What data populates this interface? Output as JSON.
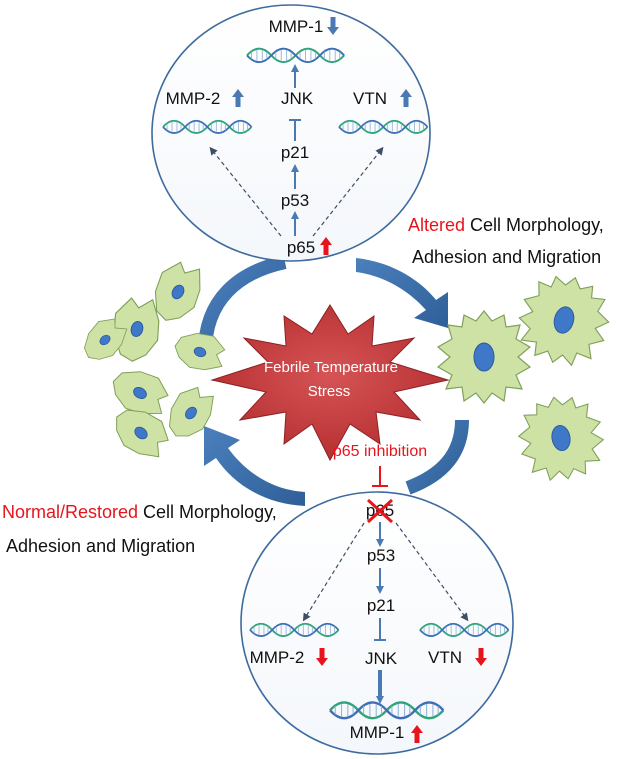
{
  "top_pathway": {
    "mmp1": "MMP-1",
    "mmp2": "MMP-2",
    "jnk": "JNK",
    "vtn": "VTN",
    "p21": "p21",
    "p53": "p53",
    "p65": "p65"
  },
  "altered_caption": {
    "highlight": "Altered",
    "line1_rest": " Cell Morphology,",
    "line2": "Adhesion and Migration"
  },
  "stress": {
    "line1": "Febrile Temperature",
    "line2": "Stress"
  },
  "inhibition_label": "p65 inhibition",
  "normal_caption": {
    "highlight": "Normal/Restored",
    "line1_rest": " Cell Morphology,",
    "line2": "Adhesion and Migration"
  },
  "bottom_pathway": {
    "p65": "p65",
    "p53": "p53",
    "p21": "p21",
    "mmp2": "MMP-2",
    "jnk": "JNK",
    "vtn": "VTN",
    "mmp1": "MMP-1"
  },
  "colors": {
    "up_blue": "#4a79b4",
    "down_blue": "#4a79b4",
    "up_red": "#e8141c",
    "down_red": "#e8141c",
    "circle_border": "#3d6b9e",
    "cycle_arrow": "#3d6ea8",
    "cell_fill": "#cfe2a6",
    "nucleus": "#3f78c8",
    "star_fill": "#c0393b",
    "highlight_text": "#e8141c"
  }
}
